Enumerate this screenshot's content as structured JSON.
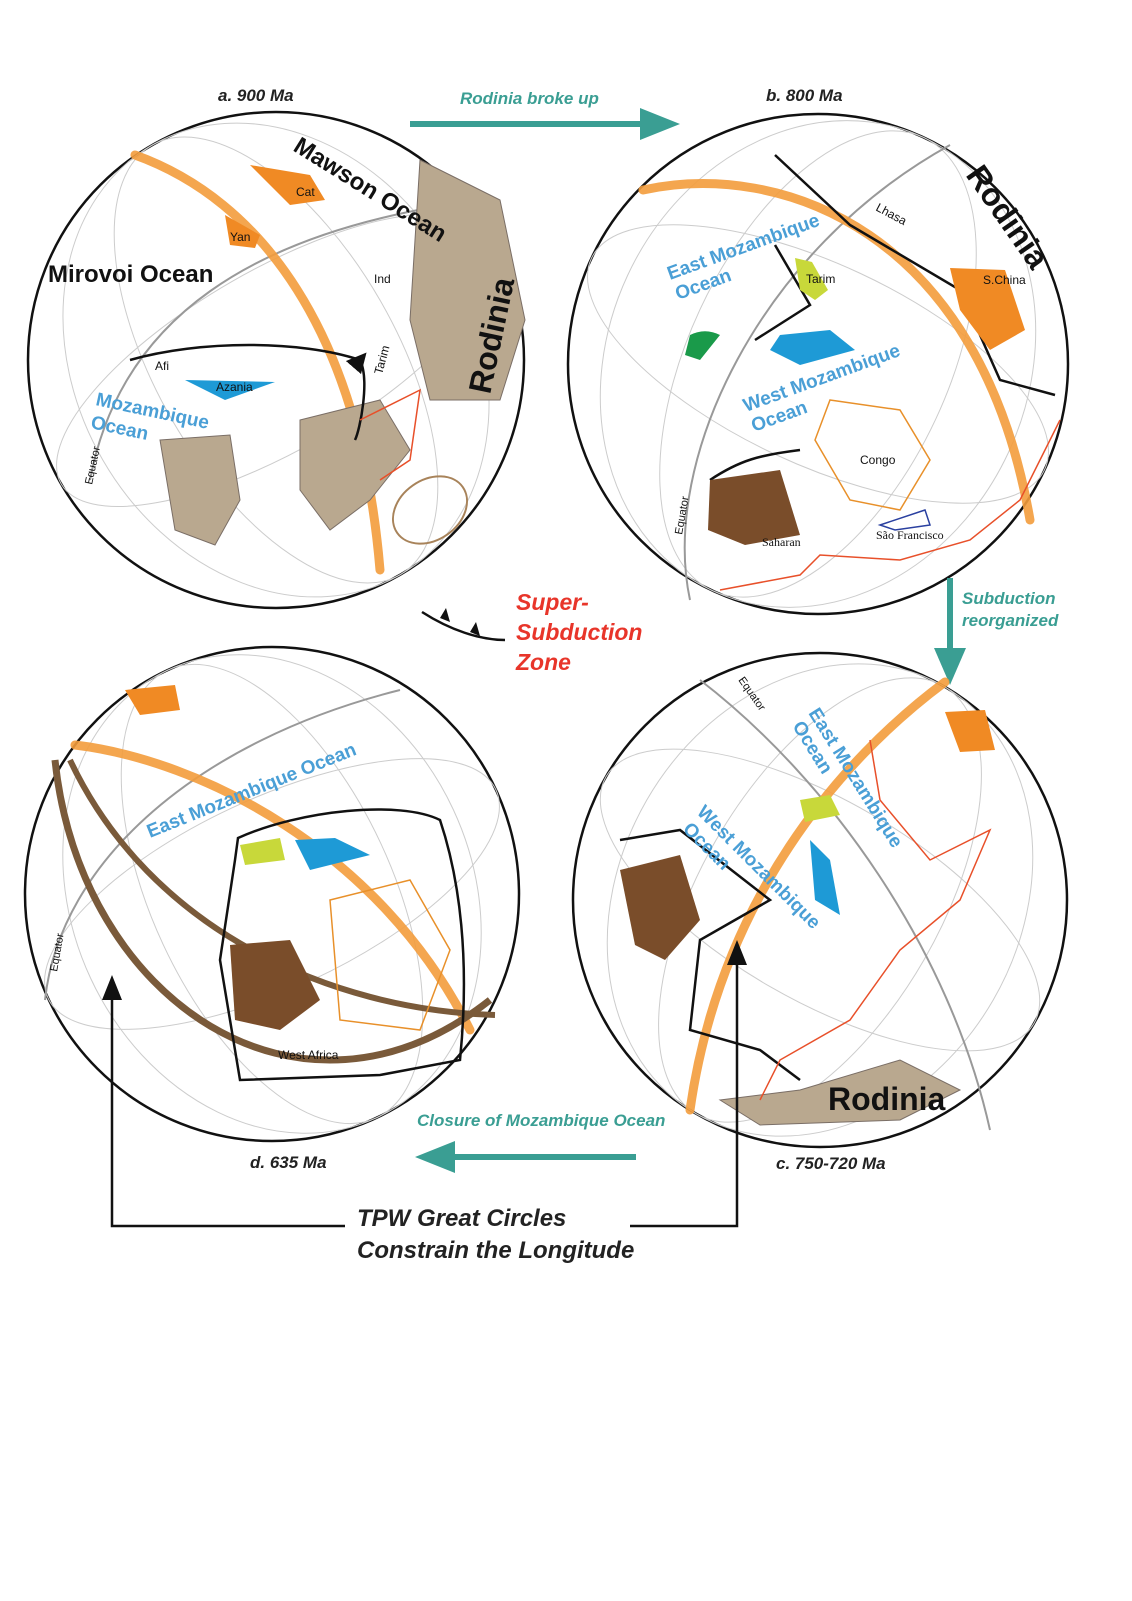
{
  "panels": {
    "a": {
      "title": "a. 900 Ma",
      "labels": {
        "mawson": "Mawson Ocean",
        "mirovoi": "Mirovoi Ocean",
        "mozambique1": "Mozambique",
        "mozambique2": "Ocean",
        "rodinia": "Rodinia",
        "cat": "Cat",
        "yan": "Yan",
        "ind": "Ind",
        "tarim": "Tarim",
        "azania": "Azania",
        "afi": "Afi",
        "equator": "Equator"
      }
    },
    "b": {
      "title": "b. 800 Ma",
      "labels": {
        "east1": "East Mozambique",
        "east2": "Ocean",
        "west1": "West Mozambique",
        "west2": "Ocean",
        "rodinia": "Rodinia",
        "lhasa": "Lhasa",
        "tarim": "Tarim",
        "schina": "S.China",
        "congo": "Congo",
        "saharan": "Saharan",
        "sao": "São Francisco",
        "equator": "Equator"
      }
    },
    "c": {
      "title": "c. 750-720 Ma",
      "labels": {
        "east1": "East Mozambique",
        "east2": "Ocean",
        "west1": "West Mozambique",
        "west2": "Ocean",
        "rodinia": "Rodinia",
        "equator": "Equator"
      }
    },
    "d": {
      "title": "d. 635 Ma",
      "labels": {
        "east": "East Mozambique Ocean",
        "westafrica": "West Africa",
        "equator": "Equator"
      }
    }
  },
  "arrows": {
    "ab": "Rodinia broke up",
    "bc1": "Subduction",
    "bc2": "reorganized",
    "cd": "Closure of Mozambique Ocean"
  },
  "legend": {
    "line1": "Super-",
    "line2": "Subduction",
    "line3": "Zone"
  },
  "tpw": {
    "line1": "TPW Great Circles",
    "line2": "Constrain the Longitude"
  },
  "colors": {
    "teal": "#3a9e93",
    "tpw_orange": "#f39c3c",
    "tpw_brown": "#7a5a3a",
    "ocean_label": "#4a9fd6",
    "red_label": "#e8352a",
    "land": "#b9a88f"
  }
}
